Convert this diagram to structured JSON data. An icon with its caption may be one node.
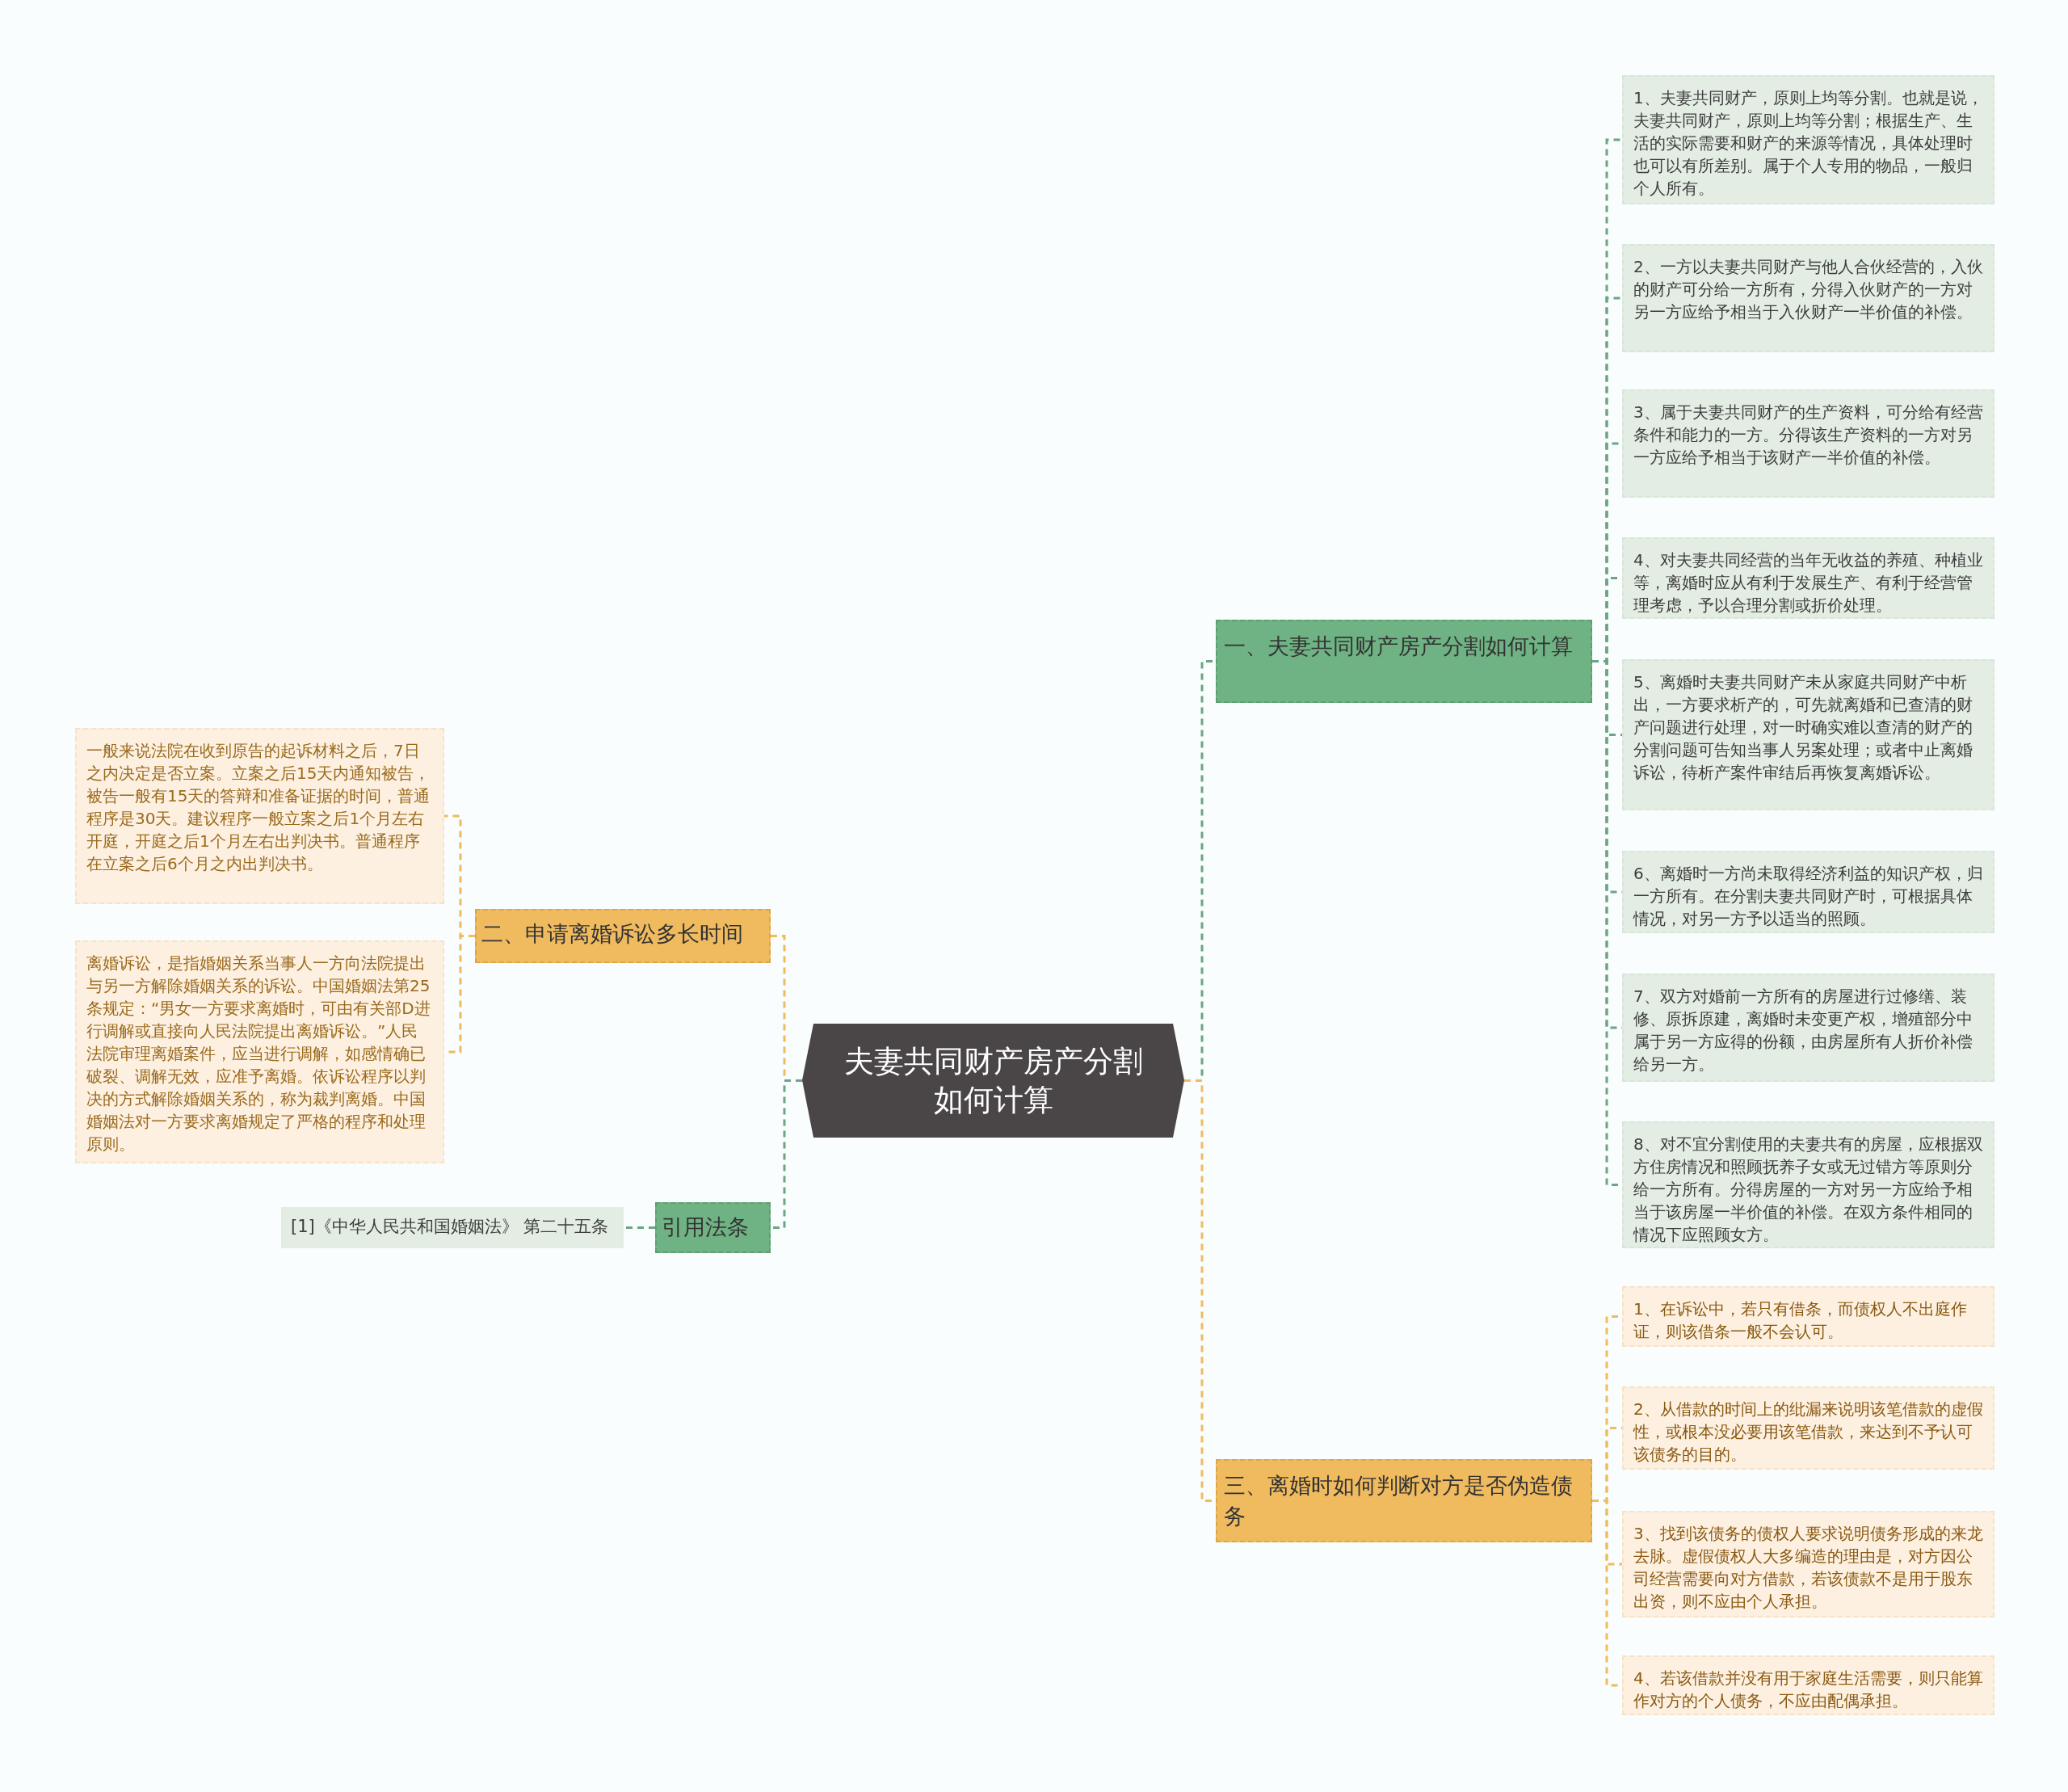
{
  "diagram": {
    "nodes": [
      {
        "text": [
          "夫妻共同财产房产分割如何计算"
        ]
      },
      {
        "text": [
          "一、夫妻共同财产房产分割如何计算"
        ]
      },
      {
        "text": [
          "1、夫妻共同财产，原则上均等分割。也就是说，夫妻共同财产，原则上均等分割；根据生产、生活的实际需要和财产的来源等情况，具体处理时也可以有所差别。属于个人专用的物品，一般归个人所有。"
        ]
      },
      {
        "text": [
          "2、一方以夫妻共同财产与他人合伙经营的，入伙的财产可分给一方所有，分得入伙财产的一方对另一方应给予相当于入伙财产一半价值的补偿。"
        ]
      },
      {
        "text": [
          "3、属于夫妻共同财产的生产资料，可分给有经营条件和能力的一方。分得该生产资料的一方对另一方应给予相当于该财产一半价值的补偿。"
        ]
      },
      {
        "text": [
          "4、对夫妻共同经营的当年无收益的养殖、种植业等，离婚时应从有利于发展生产、有利于经营管理考虑，予以合理分割或折价处理。"
        ]
      },
      {
        "text": [
          "5、离婚时夫妻共同财产未从家庭共同财产中析出，一方要求析产的，可先就离婚和已查清的财产问题进行处理，对一时确实难以查清的财产的分割问题可告知当事人另案处理；或者中止离婚诉讼，待析产案件审结后再恢复离婚诉讼。"
        ]
      },
      {
        "text": [
          "6、离婚时一方尚未取得经济利益的知识产权，归一方所有。在分割夫妻共同财产时，可根据具体情况，对另一方予以适当的照顾。"
        ]
      },
      {
        "text": [
          "7、双方对婚前一方所有的房屋进行过修缮、装修、原拆原建，离婚时未变更产权，增殖部分中属于另一方应得的份额，由房屋所有人折价补偿给另一方。"
        ]
      },
      {
        "text": [
          "8、对不宜分割使用的夫妻共有的房屋，应根据双方住房情况和照顾抚养子女或无过错方等原则分给一方所有。分得房屋的一方对另一方应给予相当于该房屋一半价值的补偿。在双方条件相同的情况下应照顾女方。"
        ]
      },
      {
        "text": [
          "三、离婚时如何判断对方是否伪造债务"
        ]
      },
      {
        "text": [
          "1、在诉讼中，若只有借条，而债权人不出庭作证，则该借条一般不会认可。"
        ]
      },
      {
        "text": [
          "2、从借款的时间上的纰漏来说明该笔借款的虚假性，或根本没必要用该笔借款，来达到不予认可该债务的目的。"
        ]
      },
      {
        "text": [
          "3、找到该债务的债权人要求说明债务形成的来龙去脉。虚假债权人大多编造的理由是，对方因公司经营需要向对方借款，若该债款不是用于股东出资，则不应由个人承担。"
        ]
      },
      {
        "text": [
          "4、若该借款并没有用于家庭生活需要，则只能算作对方的个人债务，不应由配偶承担。"
        ]
      },
      {
        "text": [
          "二、申请离婚诉讼多长时间"
        ]
      },
      {
        "text": [
          "一般来说法院在收到原告的起诉材料之后，7日之内决定是否立案。立案之后15天内通知被告，被告一般有15天的答辩和准备证据的时间，普通程序是30天。建议程序一般立案之后1个月左右开庭，开庭之后1个月左右出判决书。普通程序在立案之后6个月之内出判决书。"
        ]
      },
      {
        "text": [
          "离婚诉讼，是指婚姻关系当事人一方向法院提出与另一方解除婚姻关系的诉讼。中国婚姻法第25条规定：“男女一方要求离婚时，可由有关部D进行调解或直接向人民法院提出离婚诉讼。”人民法院审理离婚案件，应当进行调解，如感情确已破裂、调解无效，应准予离婚。依诉讼程序以判决的方式解除婚姻关系的，称为裁判离婚。中国婚姻法对一方要求离婚规定了严格的程序和处理原则。"
        ]
      },
      {
        "text": [
          "引用法条"
        ]
      },
      {
        "text": [
          "[1]《中华人民共和国婚姻法》 第二十五条"
        ]
      }
    ],
    "edges": [
      {
        "from": 0,
        "to": 1,
        "arrow": "none"
      },
      {
        "from": 1,
        "to": 2,
        "arrow": "none"
      },
      {
        "from": 1,
        "to": 3,
        "arrow": "none"
      },
      {
        "from": 1,
        "to": 4,
        "arrow": "none"
      },
      {
        "from": 1,
        "to": 5,
        "arrow": "none"
      },
      {
        "from": 1,
        "to": 6,
        "arrow": "none"
      },
      {
        "from": 1,
        "to": 7,
        "arrow": "none"
      },
      {
        "from": 1,
        "to": 8,
        "arrow": "none"
      },
      {
        "from": 1,
        "to": 9,
        "arrow": "none"
      },
      {
        "from": 0,
        "to": 10,
        "arrow": "none",
        "color": "#f0bb5f"
      },
      {
        "from": 10,
        "to": 11,
        "arrow": "none",
        "color": "#f0bb5f"
      },
      {
        "from": 10,
        "to": 12,
        "arrow": "none",
        "color": "#f0bb5f"
      },
      {
        "from": 10,
        "to": 13,
        "arrow": "none",
        "color": "#f0bb5f"
      },
      {
        "from": 10,
        "to": 14,
        "arrow": "none",
        "color": "#f0bb5f"
      },
      {
        "from": 0,
        "to": 15,
        "arrow": "none",
        "color": "#f0bb5f"
      },
      {
        "from": 15,
        "to": 16,
        "arrow": "none",
        "color": "#f0bb5f"
      },
      {
        "from": 15,
        "to": 17,
        "arrow": "none",
        "color": "#f0bb5f"
      },
      {
        "from": 0,
        "to": 18,
        "arrow": "none"
      },
      {
        "from": 18,
        "to": 19,
        "arrow": "none"
      }
    ]
  }
}
